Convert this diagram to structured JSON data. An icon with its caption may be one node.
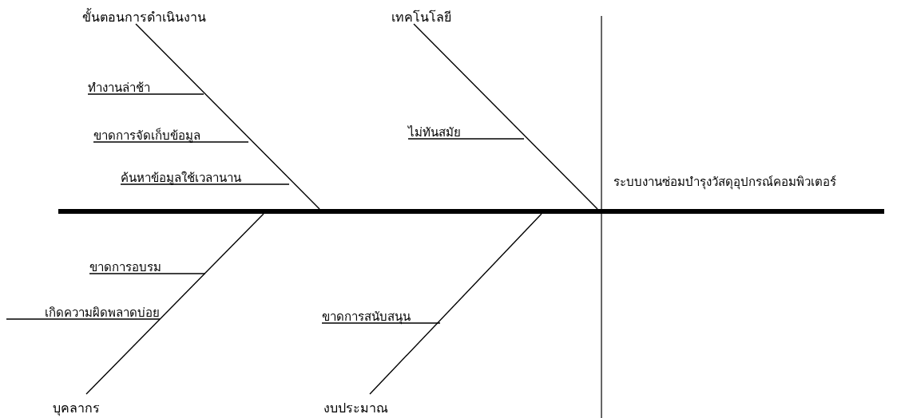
{
  "diagram": {
    "nodes": [
      {
        "text": [
          "ขั้นตอนการดำเนินงาน"
        ]
      },
      {
        "text": [
          "เทคโนโลยี"
        ]
      },
      {
        "text": [
          "ทำงานล่าช้า"
        ]
      },
      {
        "text": [
          "ไม่ทันสมัย"
        ]
      },
      {
        "text": [
          "ขาดการจัดเก็บข้อมูล"
        ]
      },
      {
        "text": [
          "ค้นหาข้อมูลใช้เวลานาน"
        ]
      },
      {
        "text": [
          "ระบบงานซ่อมบำรุงวัสดุอุปกรณ์คอมพิวเตอร์"
        ]
      },
      {
        "text": [],
        "shape": "bar"
      },
      {
        "text": [
          "ขาดการอบรม"
        ]
      },
      {
        "text": [
          "เกิดความผิดพลาดบ่อย"
        ]
      },
      {
        "text": [
          "ขาดการสนับสนุน"
        ]
      },
      {
        "text": [
          "บุคลากร"
        ]
      },
      {
        "text": [
          "งบประมาณ"
        ]
      }
    ],
    "edges": [
      {
        "from": 0,
        "to": 7,
        "arrow": "none"
      },
      {
        "from": 1,
        "to": 7,
        "arrow": "none"
      },
      {
        "from": 11,
        "to": 7,
        "arrow": "none"
      },
      {
        "from": 12,
        "to": 7,
        "arrow": "none"
      },
      {
        "from": 2,
        "to": null,
        "arrow": "none"
      },
      {
        "from": 4,
        "to": null,
        "arrow": "none"
      },
      {
        "from": 5,
        "to": null,
        "arrow": "none"
      },
      {
        "from": 3,
        "to": null,
        "arrow": "none"
      },
      {
        "from": 8,
        "to": null,
        "arrow": "none"
      },
      {
        "from": 9,
        "to": null,
        "arrow": "none"
      },
      {
        "from": 10,
        "to": null,
        "arrow": "none"
      }
    ]
  }
}
